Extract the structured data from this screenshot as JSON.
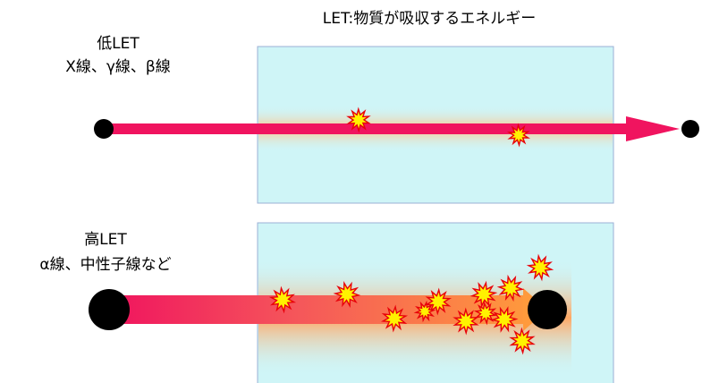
{
  "title": "LET:物質が吸収するエネルギー",
  "low_let": {
    "heading": "低LET",
    "subheading": "X線、γ線、β線",
    "burst_count": 2
  },
  "high_let": {
    "heading": "高LET",
    "subheading": "α線、中性子線など",
    "burst_count": 12
  },
  "colors": {
    "box_fill": "#cff5f7",
    "box_border": "#9bb0d6",
    "arrow_pink": "#f0145f",
    "glow_orange": "#ffb070",
    "burst_fill": "#fff200",
    "burst_stroke": "#e8000a",
    "particle": "#000000"
  }
}
